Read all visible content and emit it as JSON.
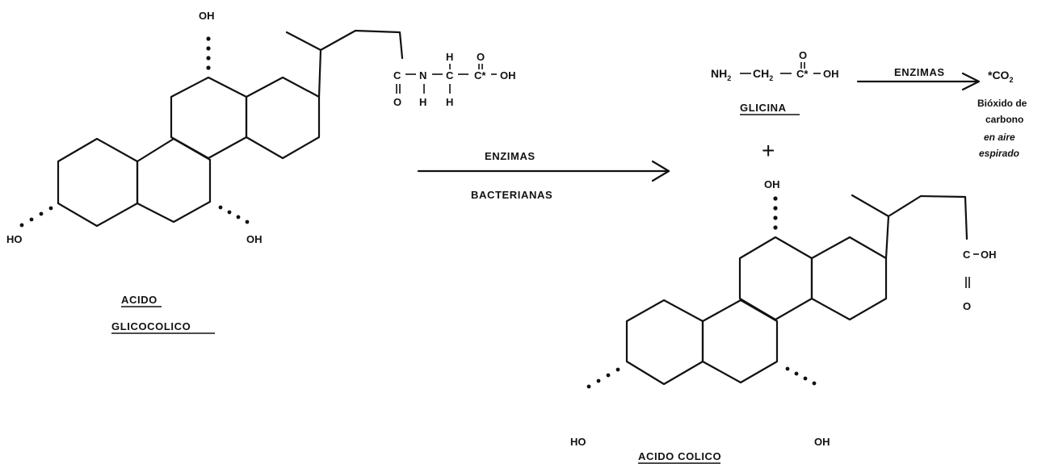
{
  "reaction": {
    "arrow_top": "ENZIMAS",
    "arrow_bottom": "BACTERIANAS"
  },
  "glycocholic": {
    "name_line1": "ACIDO",
    "name_line2": "GLICOCOLICO",
    "oh_top": "OH",
    "oh_right": "OH",
    "ho_left": "HO",
    "amide": {
      "c1": "C",
      "o1": "O",
      "n": "N",
      "h_n": "H",
      "c2": "C",
      "h_up": "H",
      "h_down": "H",
      "c3": "C*",
      "o_top": "O",
      "oh": "OH"
    }
  },
  "glycine": {
    "nh": "NH",
    "nh_sub": "2",
    "ch": "CH",
    "ch_sub": "2",
    "c": "C*",
    "o_top": "O",
    "oh": "OH",
    "name": "GLICINA"
  },
  "plus": "+",
  "co2": {
    "arrow_label": "ENZIMAS",
    "formula": "*CO",
    "formula_sub": "2",
    "desc": [
      "Bióxido de",
      "carbono",
      "en aire",
      "espirado"
    ]
  },
  "cholic": {
    "name": "ACIDO COLICO",
    "oh_top": "OH",
    "oh_right": "OH",
    "ho_left": "HO",
    "c": "C",
    "oh": "OH",
    "o": "O"
  }
}
